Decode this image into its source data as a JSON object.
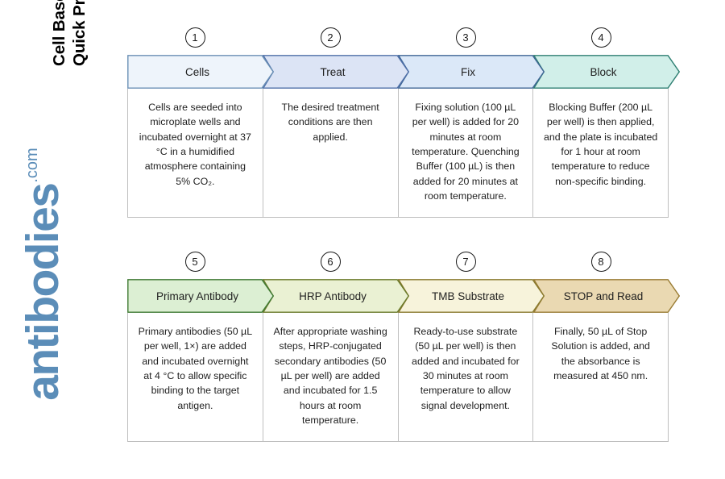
{
  "page": {
    "title": "Cell Based ELISA Kits\nQuick Protocol",
    "brand_name": "antibodies",
    "brand_suffix": ".com",
    "brand_color": "#5b8db8"
  },
  "rows": [
    {
      "id": "row-1",
      "steps": [
        {
          "number": "1",
          "label": "Cells",
          "fill": "#eef4fb",
          "stroke": "#6a8fb5",
          "description": "Cells are seeded into microplate wells and incubated overnight at 37 °C in a humidified atmosphere containing 5% CO₂."
        },
        {
          "number": "2",
          "label": "Treat",
          "fill": "#dce4f5",
          "stroke": "#4e6fa8",
          "description": "The desired treatment conditions are then applied."
        },
        {
          "number": "3",
          "label": "Fix",
          "fill": "#dbe8f8",
          "stroke": "#3f6695",
          "description": "Fixing solution (100 µL per well) is added for 20 minutes at room temperature. Quenching Buffer (100 µL) is then added for 20 minutes at room temperature."
        },
        {
          "number": "4",
          "label": "Block",
          "fill": "#d1efe9",
          "stroke": "#2e7f72",
          "description": "Blocking Buffer (200 µL per well) is then applied, and the plate is incubated for 1 hour at room temperature to reduce non-specific binding."
        }
      ]
    },
    {
      "id": "row-2",
      "steps": [
        {
          "number": "5",
          "label": "Primary Antibody",
          "fill": "#dcefd3",
          "stroke": "#3f7a33",
          "description": "Primary antibodies (50 µL per well, 1×) are added and incubated overnight at 4 °C to allow specific binding to the target antigen."
        },
        {
          "number": "6",
          "label": "HRP Antibody",
          "fill": "#eaf1d3",
          "stroke": "#6a7a2a",
          "description": "After appropriate washing steps, HRP-conjugated secondary antibodies (50 µL per well) are added and incubated for 1.5 hours at room temperature."
        },
        {
          "number": "7",
          "label": "TMB Substrate",
          "fill": "#f7f3db",
          "stroke": "#8a7a2e",
          "description": "Ready-to-use substrate (50 µL per well) is then added and incubated for 30 minutes at room temperature to allow signal development."
        },
        {
          "number": "8",
          "label": "STOP and Read",
          "fill": "#ead9b2",
          "stroke": "#9a7c34",
          "description": "Finally, 50 µL of Stop Solution is added, and the absorbance is measured at 450 nm."
        }
      ]
    }
  ]
}
